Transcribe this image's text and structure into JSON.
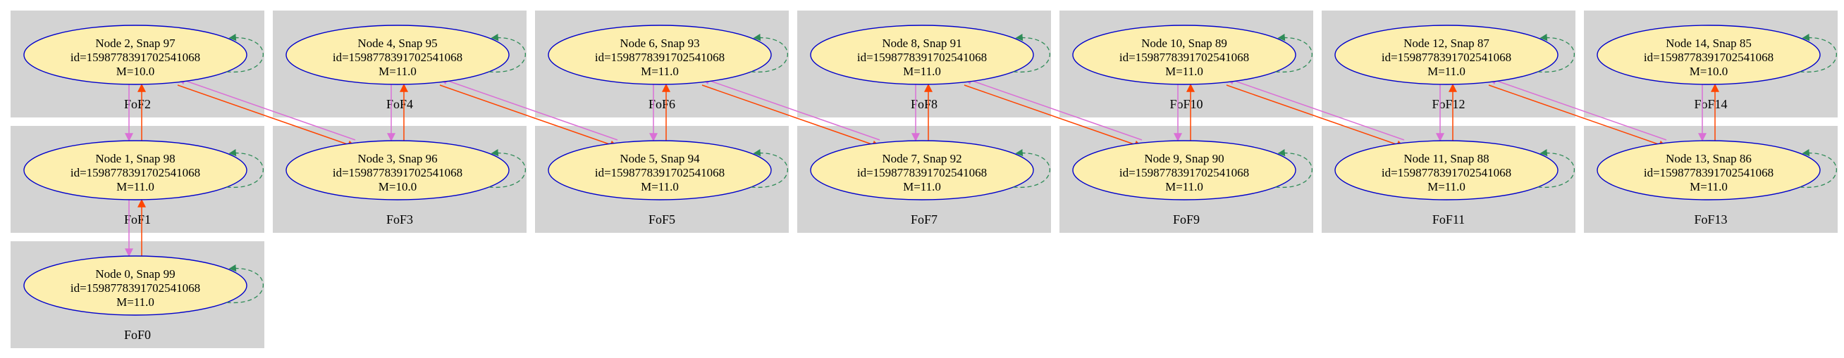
{
  "colors": {
    "cluster_fill": "#d3d3d3",
    "node_fill": "#fdefaf",
    "node_stroke": "#0000cc",
    "progenitor_edge": "#ff4500",
    "descendant_edge": "#da70d6",
    "self_loop": "#2e8b57"
  },
  "clusters": [
    {
      "id": "FoF0",
      "label": "FoF0"
    },
    {
      "id": "FoF1",
      "label": "FoF1"
    },
    {
      "id": "FoF2",
      "label": "FoF2"
    },
    {
      "id": "FoF3",
      "label": "FoF3"
    },
    {
      "id": "FoF4",
      "label": "FoF4"
    },
    {
      "id": "FoF5",
      "label": "FoF5"
    },
    {
      "id": "FoF6",
      "label": "FoF6"
    },
    {
      "id": "FoF7",
      "label": "FoF7"
    },
    {
      "id": "FoF8",
      "label": "FoF8"
    },
    {
      "id": "FoF9",
      "label": "FoF9"
    },
    {
      "id": "FoF10",
      "label": "FoF10"
    },
    {
      "id": "FoF11",
      "label": "FoF11"
    },
    {
      "id": "FoF12",
      "label": "FoF12"
    },
    {
      "id": "FoF13",
      "label": "FoF13"
    },
    {
      "id": "FoF14",
      "label": "FoF14"
    }
  ],
  "nodes": [
    {
      "id": 0,
      "title": "Node 0, Snap 99",
      "hid": "id=1598778391702541068",
      "mass": "M=11.0"
    },
    {
      "id": 1,
      "title": "Node 1, Snap 98",
      "hid": "id=1598778391702541068",
      "mass": "M=11.0"
    },
    {
      "id": 2,
      "title": "Node 2, Snap 97",
      "hid": "id=1598778391702541068",
      "mass": "M=10.0"
    },
    {
      "id": 3,
      "title": "Node 3, Snap 96",
      "hid": "id=1598778391702541068",
      "mass": "M=10.0"
    },
    {
      "id": 4,
      "title": "Node 4, Snap 95",
      "hid": "id=1598778391702541068",
      "mass": "M=11.0"
    },
    {
      "id": 5,
      "title": "Node 5, Snap 94",
      "hid": "id=1598778391702541068",
      "mass": "M=11.0"
    },
    {
      "id": 6,
      "title": "Node 6, Snap 93",
      "hid": "id=1598778391702541068",
      "mass": "M=11.0"
    },
    {
      "id": 7,
      "title": "Node 7, Snap 92",
      "hid": "id=1598778391702541068",
      "mass": "M=11.0"
    },
    {
      "id": 8,
      "title": "Node 8, Snap 91",
      "hid": "id=1598778391702541068",
      "mass": "M=11.0"
    },
    {
      "id": 9,
      "title": "Node 9, Snap 90",
      "hid": "id=1598778391702541068",
      "mass": "M=11.0"
    },
    {
      "id": 10,
      "title": "Node 10, Snap 89",
      "hid": "id=1598778391702541068",
      "mass": "M=11.0"
    },
    {
      "id": 11,
      "title": "Node 11, Snap 88",
      "hid": "id=1598778391702541068",
      "mass": "M=11.0"
    },
    {
      "id": 12,
      "title": "Node 12, Snap 87",
      "hid": "id=1598778391702541068",
      "mass": "M=11.0"
    },
    {
      "id": 13,
      "title": "Node 13, Snap 86",
      "hid": "id=1598778391702541068",
      "mass": "M=11.0"
    },
    {
      "id": 14,
      "title": "Node 14, Snap 85",
      "hid": "id=1598778391702541068",
      "mass": "M=10.0"
    }
  ],
  "edges": [
    {
      "from": 0,
      "to": 1,
      "kind": "progenitor"
    },
    {
      "from": 1,
      "to": 0,
      "kind": "descendant"
    },
    {
      "from": 1,
      "to": 2,
      "kind": "progenitor"
    },
    {
      "from": 2,
      "to": 1,
      "kind": "descendant"
    },
    {
      "from": 2,
      "to": 3,
      "kind": "progenitor"
    },
    {
      "from": 3,
      "to": 2,
      "kind": "descendant"
    },
    {
      "from": 3,
      "to": 4,
      "kind": "progenitor"
    },
    {
      "from": 4,
      "to": 3,
      "kind": "descendant"
    },
    {
      "from": 4,
      "to": 5,
      "kind": "progenitor"
    },
    {
      "from": 5,
      "to": 4,
      "kind": "descendant"
    },
    {
      "from": 5,
      "to": 6,
      "kind": "progenitor"
    },
    {
      "from": 6,
      "to": 5,
      "kind": "descendant"
    },
    {
      "from": 6,
      "to": 7,
      "kind": "progenitor"
    },
    {
      "from": 7,
      "to": 6,
      "kind": "descendant"
    },
    {
      "from": 7,
      "to": 8,
      "kind": "progenitor"
    },
    {
      "from": 8,
      "to": 7,
      "kind": "descendant"
    },
    {
      "from": 8,
      "to": 9,
      "kind": "progenitor"
    },
    {
      "from": 9,
      "to": 8,
      "kind": "descendant"
    },
    {
      "from": 9,
      "to": 10,
      "kind": "progenitor"
    },
    {
      "from": 10,
      "to": 9,
      "kind": "descendant"
    },
    {
      "from": 10,
      "to": 11,
      "kind": "progenitor"
    },
    {
      "from": 11,
      "to": 10,
      "kind": "descendant"
    },
    {
      "from": 11,
      "to": 12,
      "kind": "progenitor"
    },
    {
      "from": 12,
      "to": 11,
      "kind": "descendant"
    },
    {
      "from": 12,
      "to": 13,
      "kind": "progenitor"
    },
    {
      "from": 13,
      "to": 12,
      "kind": "descendant"
    },
    {
      "from": 13,
      "to": 14,
      "kind": "progenitor"
    },
    {
      "from": 14,
      "to": 13,
      "kind": "descendant"
    }
  ]
}
